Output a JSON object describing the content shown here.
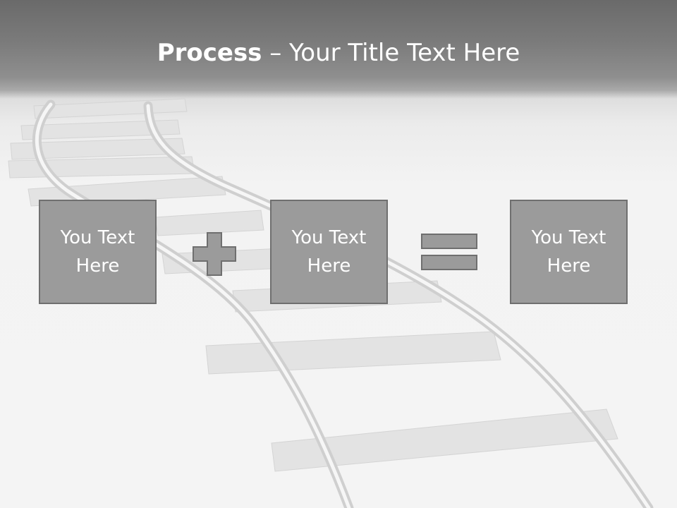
{
  "slide": {
    "title_bold": "Process",
    "title_rest": " – Your Title Text Here",
    "boxes": [
      {
        "text": "You Text Here"
      },
      {
        "text": "You Text Here"
      },
      {
        "text": "You Text Here"
      }
    ],
    "operators": [
      "plus-icon",
      "equals-icon"
    ],
    "colors": {
      "header_gradient_top": "#6a6a6a",
      "header_gradient_bottom": "#a9a9a9",
      "background": "#f2f2f2",
      "box_fill": "#9b9b9b",
      "box_border": "#6f6f6f",
      "text": "#ffffff"
    }
  }
}
